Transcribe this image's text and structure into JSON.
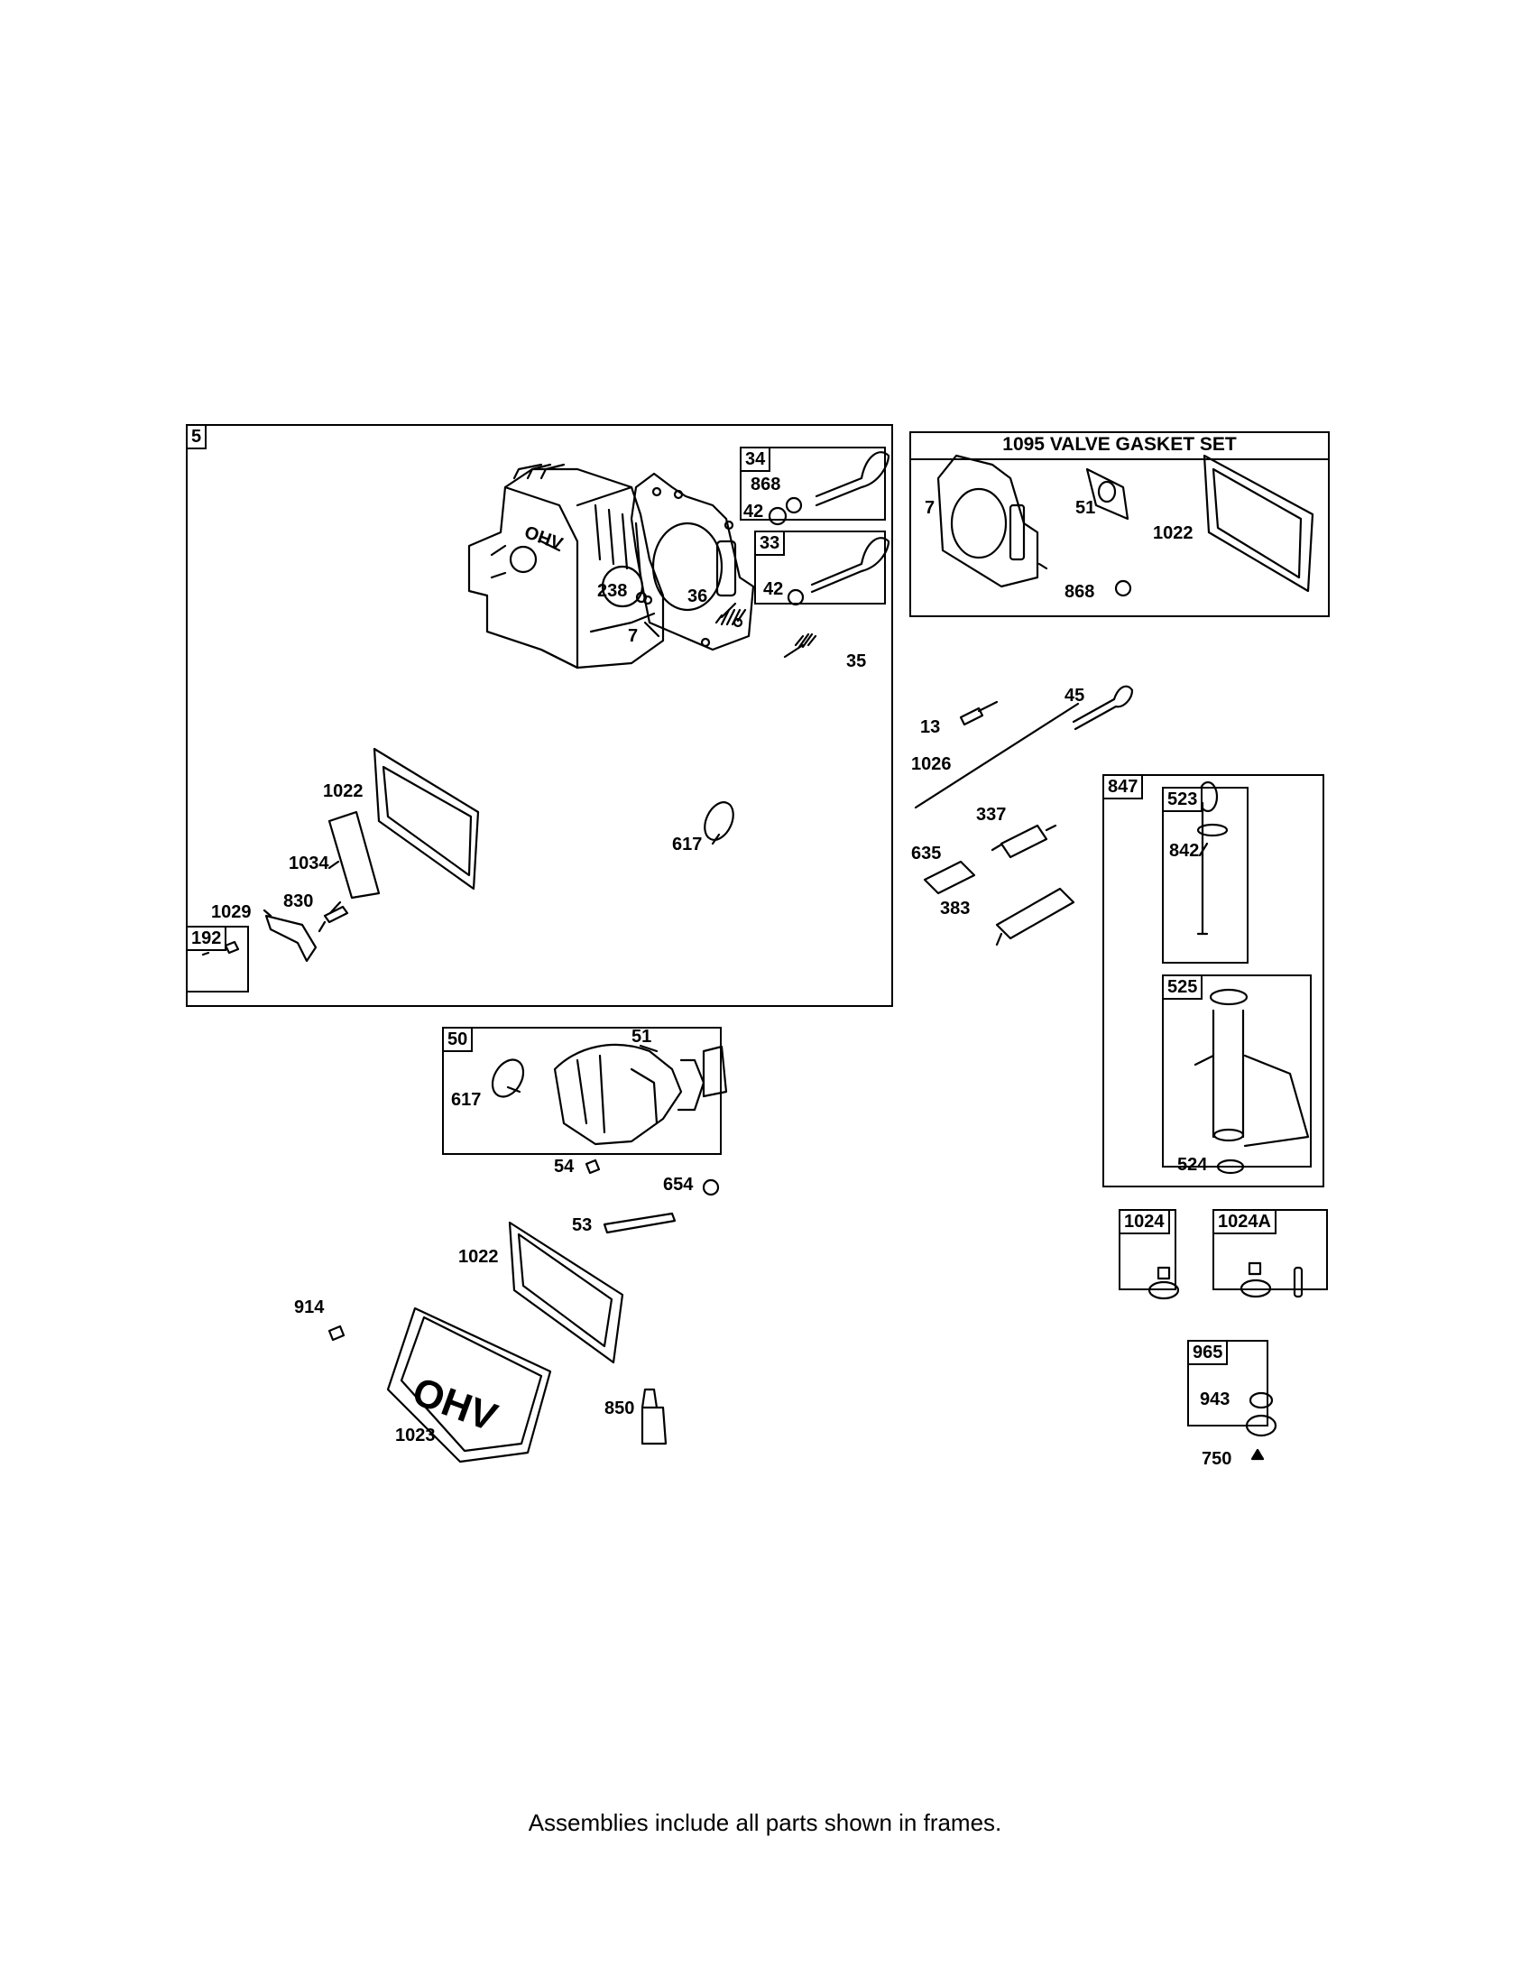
{
  "frames": {
    "head": "5",
    "valve_34": "34",
    "valve_33": "33",
    "gasket_set": "1095 VALVE GASKET SET",
    "bolt_192": "192",
    "intake": "50",
    "dipstick": "847",
    "dip_523": "523",
    "tube_525": "525",
    "kit_1024": "1024",
    "kit_1024a": "1024A",
    "kit_965": "965"
  },
  "labels": {
    "l868a": "868",
    "l42a": "42",
    "l42b": "42",
    "l238": "238",
    "l36": "36",
    "l7a": "7",
    "l35": "35",
    "l1022a": "1022",
    "l617a": "617",
    "l1034": "1034",
    "l830": "830",
    "l1029": "1029",
    "l7b": "7",
    "l51a": "51",
    "l1022b": "1022",
    "l868b": "868",
    "l45": "45",
    "l13": "13",
    "l1026": "1026",
    "l337": "337",
    "l635": "635",
    "l383": "383",
    "l842": "842",
    "l524": "524",
    "l51b": "51",
    "l617b": "617",
    "l54": "54",
    "l654": "654",
    "l53": "53",
    "l1022c": "1022",
    "l914": "914",
    "l850": "850",
    "l1023": "1023",
    "l943": "943",
    "l750": "750"
  },
  "footer": "Assemblies include all parts shown in frames."
}
